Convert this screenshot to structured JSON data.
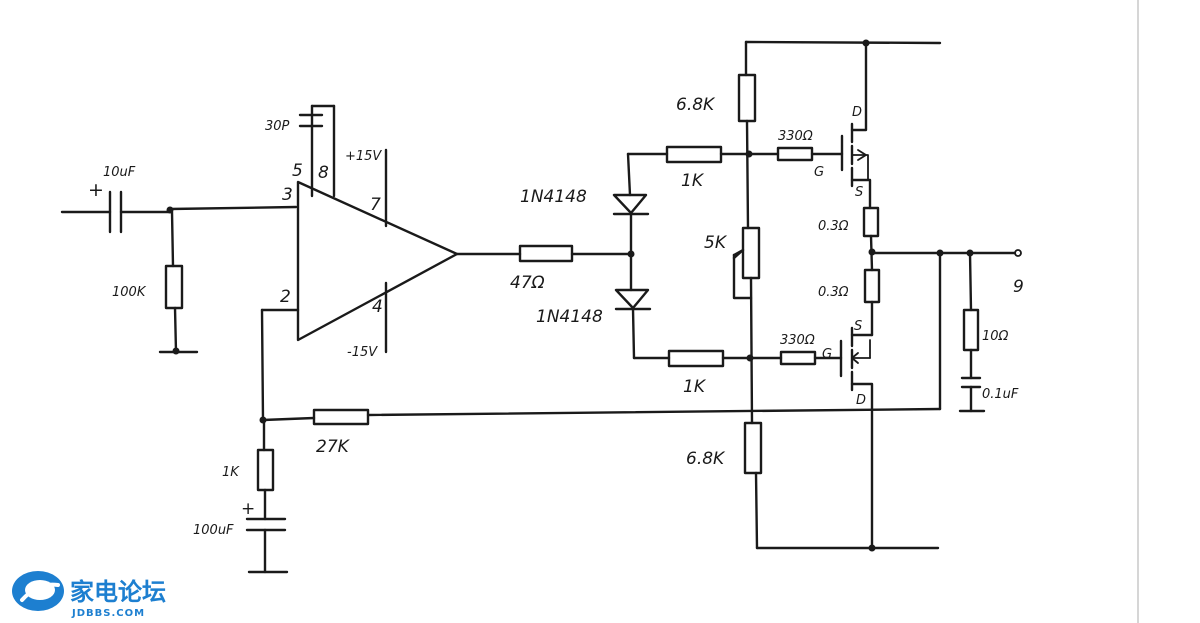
{
  "labels": {
    "c_in": "10uF",
    "c_in_plus": "+",
    "r_in": "100K",
    "c_comp": "30P",
    "pin5": "5",
    "pin8": "8",
    "pin3": "3",
    "pin2": "2",
    "pin7": "7",
    "pin4": "4",
    "vpos": "+15V",
    "vneg": "-15V",
    "r_out": "47Ω",
    "diode_top": "1N4148",
    "diode_bot": "1N4148",
    "r_1k_top": "1K",
    "r_1k_bot": "1K",
    "r_68k_top": "6.8K",
    "r_68k_bot": "6.8K",
    "pot": "5K",
    "r_gate_top": "330Ω",
    "r_gate_bot": "330Ω",
    "g_top": "G",
    "g_bot": "G",
    "d_top": "D",
    "s_top": "S",
    "s_bot": "S",
    "d_bot": "D",
    "r_s_top": "0.3Ω",
    "r_s_bot": "0.3Ω",
    "r_zobel": "10Ω",
    "c_zobel": "0.1uF",
    "out_pin": "9",
    "r_fb": "27K",
    "r_gnd": "1K",
    "c_gnd": "100uF",
    "c_gnd_plus": "+"
  },
  "logo": {
    "name": "家电论坛",
    "domain": "JDBBS.COM"
  },
  "colors": {
    "ink": "#1a1a1a",
    "logo": "#1d7fd0"
  }
}
